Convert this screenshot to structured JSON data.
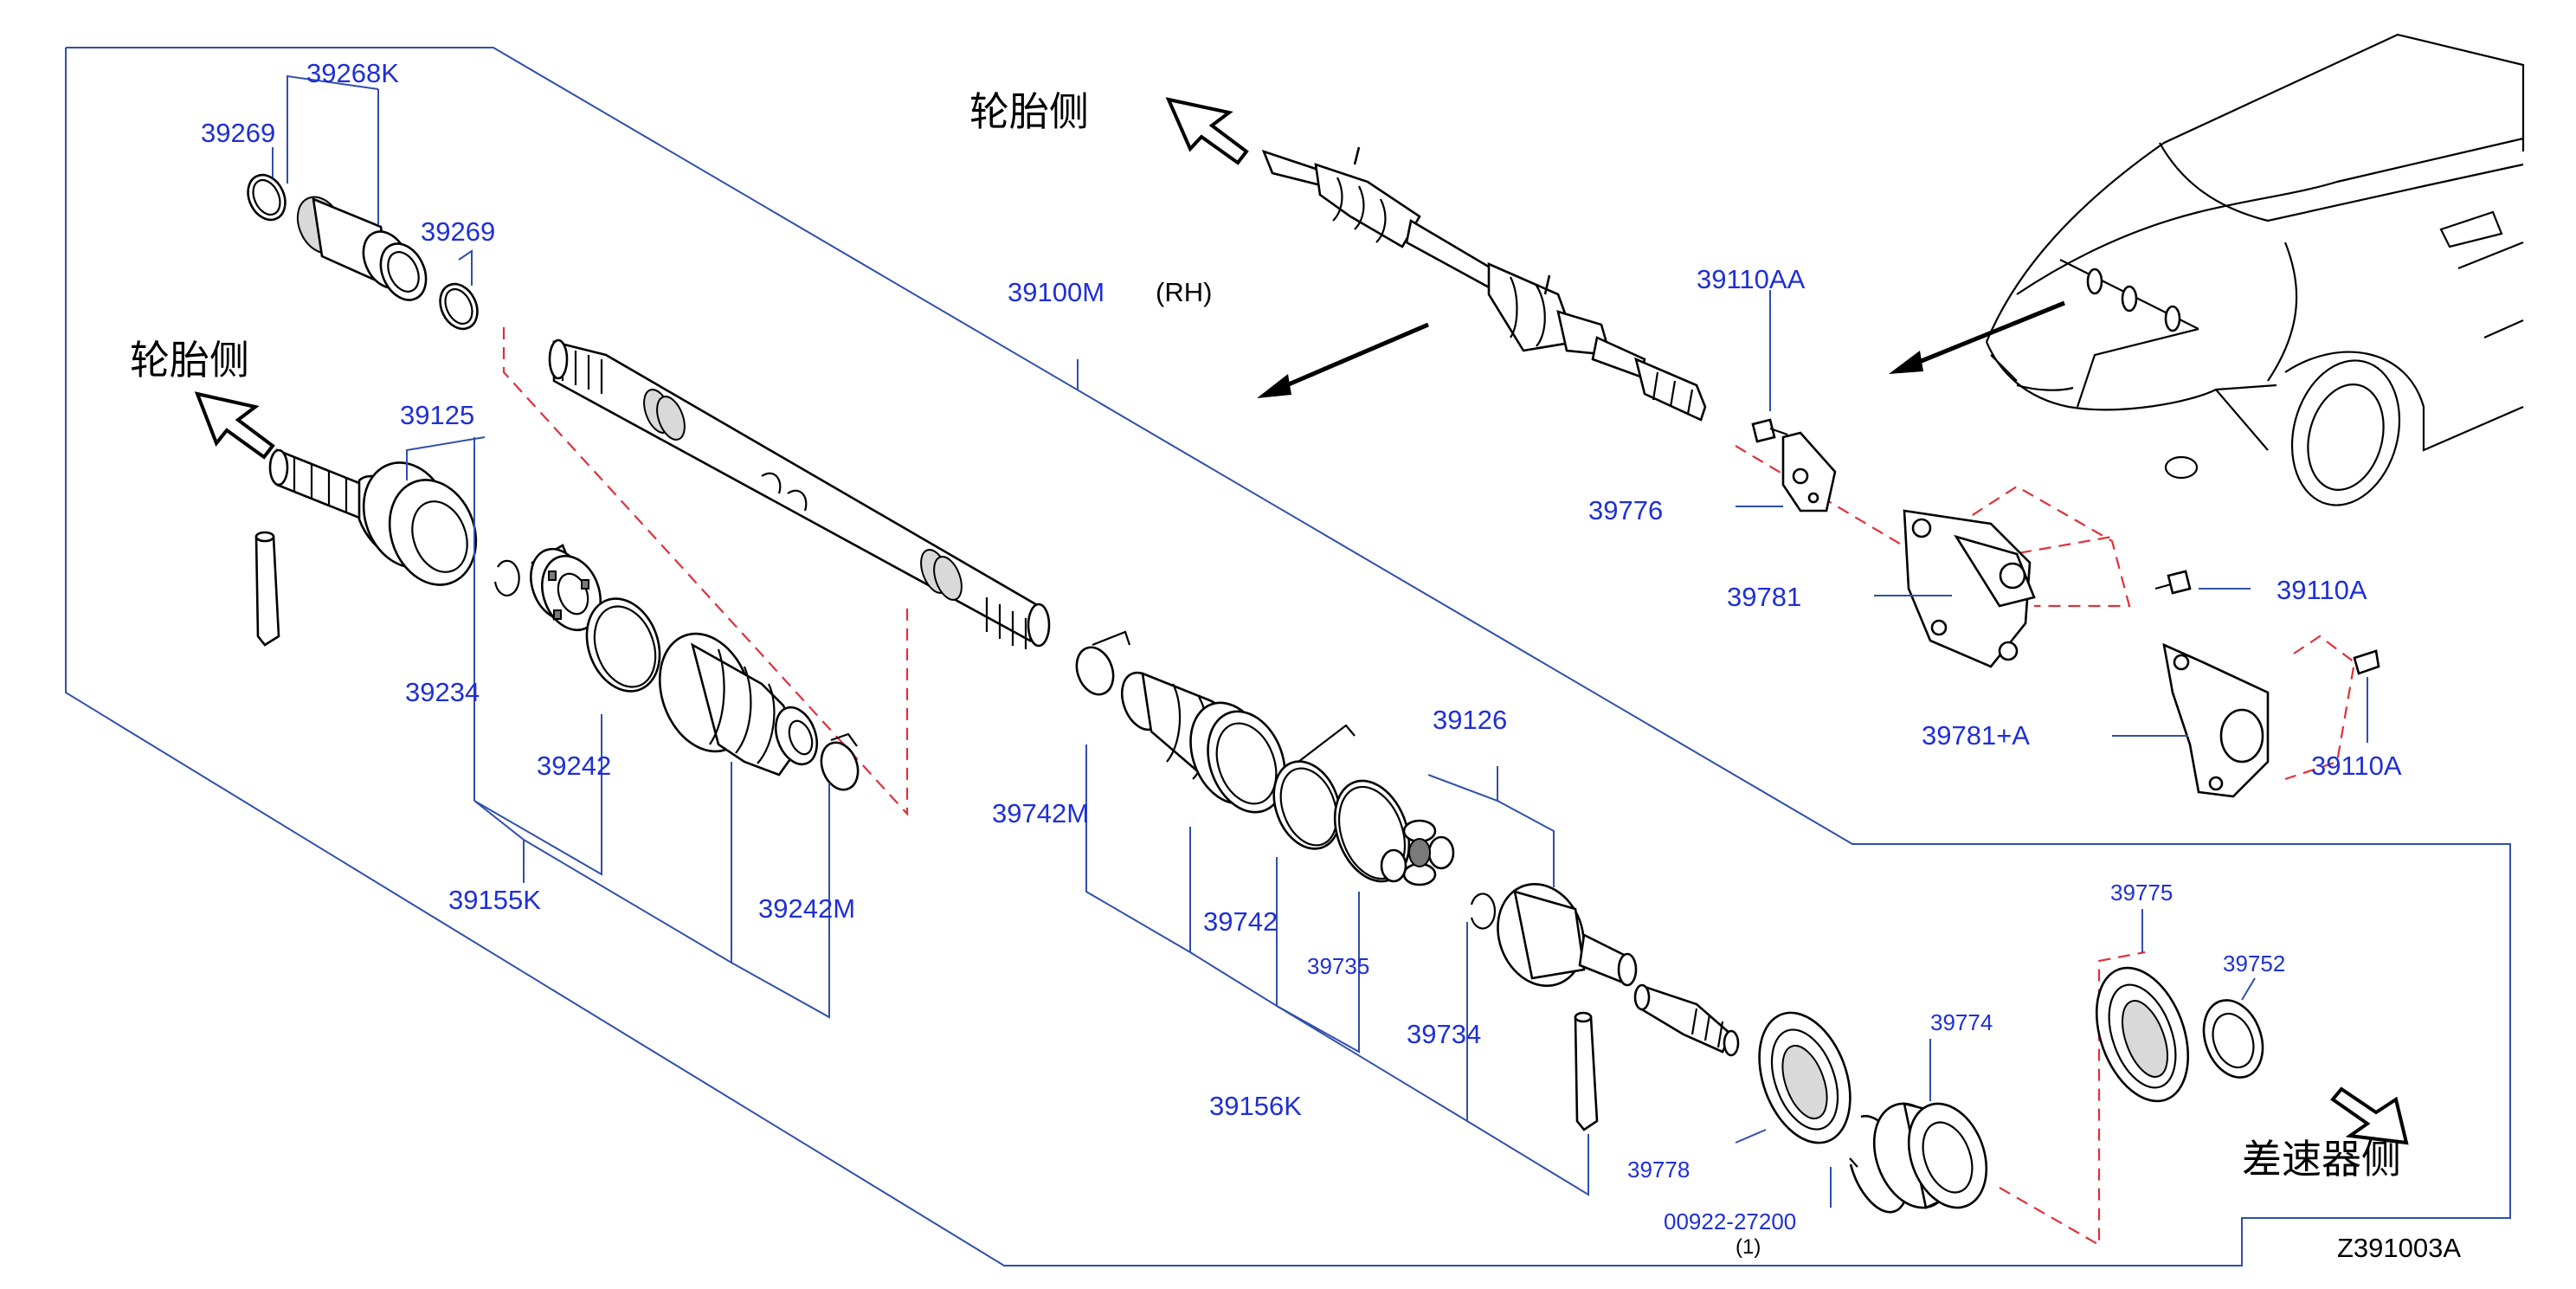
{
  "diagram": {
    "code": "Z391003A",
    "assembly": {
      "number": "39100M",
      "side": "(RH)"
    },
    "direction_labels": {
      "tire_side": "轮胎侧",
      "diff_side": "差速器侧"
    },
    "parts": {
      "p39268K": "39268K",
      "p39269a": "39269",
      "p39269b": "39269",
      "p39125": "39125",
      "p39234": "39234",
      "p39242": "39242",
      "p39155K": "39155K",
      "p39242M": "39242M",
      "p39742M": "39742M",
      "p39742": "39742",
      "p39735": "39735",
      "p39156K": "39156K",
      "p39126": "39126",
      "p39734": "39734",
      "p39110AA": "39110AA",
      "p39776": "39776",
      "p39781": "39781",
      "p39110Aa": "39110A",
      "p39781A": "39781+A",
      "p39110Ab": "39110A",
      "p39775": "39775",
      "p39752": "39752",
      "p39774": "39774",
      "p39778": "39778",
      "p00922": "00922-27200",
      "p00922qty": "(1)"
    }
  }
}
